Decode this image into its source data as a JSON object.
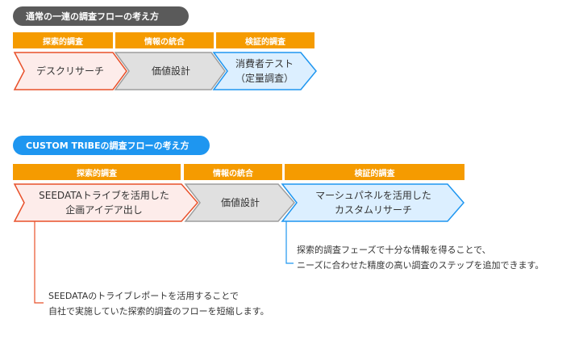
{
  "section1": {
    "title": "通常の一連の調査フローの考え方",
    "categories": [
      "探索的調査",
      "情報の統合",
      "検証的調査"
    ],
    "steps": [
      {
        "lines": [
          "デスクリサーチ"
        ]
      },
      {
        "lines": [
          "価値設計"
        ]
      },
      {
        "lines": [
          "消費者テスト",
          "（定量調査）"
        ]
      }
    ]
  },
  "section2": {
    "title": "CUSTOM TRIBEの調査フローの考え方",
    "categories": [
      "探索的調査",
      "情報の統合",
      "検証的調査"
    ],
    "steps": [
      {
        "lines": [
          "SEEDATAトライブを活用した",
          "企画アイデア出し"
        ]
      },
      {
        "lines": [
          "価値設計"
        ]
      },
      {
        "lines": [
          "マーシュパネルを活用した",
          "カスタムリサーチ"
        ]
      }
    ]
  },
  "notes": {
    "blue": [
      "探索的調査フェーズで十分な情報を得ることで、",
      "ニーズに合わせた精度の高い調査のステップを追加できます。"
    ],
    "red": [
      "SEEDATAのトライブレポートを活用することで",
      "自社で実施していた探索的調査のフローを短縮します。"
    ]
  },
  "colors": {
    "orange": "#f59b00",
    "red": "#e8502a",
    "gray": "#9e9e9e",
    "blue": "#1e96f0",
    "pink_fill": "#fdecea",
    "gray_fill": "#e0e0e0",
    "blue_fill": "#dcefff"
  }
}
